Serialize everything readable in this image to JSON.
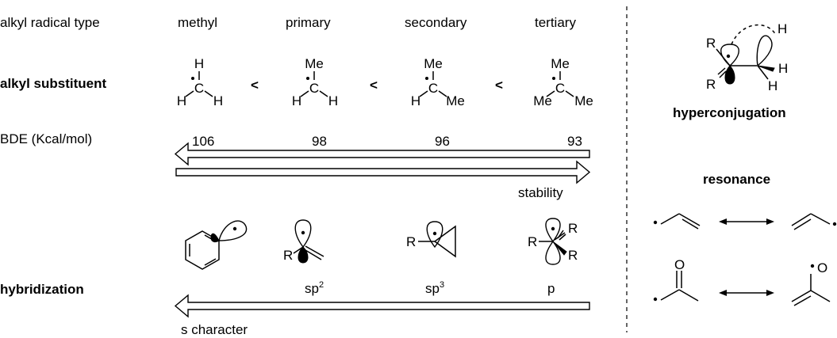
{
  "header": {
    "row_label": "alkyl radical type",
    "types": [
      "methyl",
      "primary",
      "secondary",
      "tertiary"
    ]
  },
  "substituent": {
    "label": "alkyl substituent",
    "less_than": "<",
    "center_atom": "C",
    "methyl": {
      "top": "H",
      "left": "H",
      "right": "H"
    },
    "primary": {
      "top": "Me",
      "left": "H",
      "right": "H"
    },
    "secondary": {
      "top": "Me",
      "left": "H",
      "right": "Me"
    },
    "tertiary": {
      "top": "Me",
      "left": "Me",
      "right": "Me"
    }
  },
  "bde": {
    "label": "BDE (Kcal/mol)",
    "values": [
      "106",
      "98",
      "96",
      "93"
    ]
  },
  "stability_label": "stability",
  "hybridization": {
    "label": "hybridization",
    "r_label": "R",
    "types": [
      {
        "base": "sp",
        "sup": "2"
      },
      {
        "base": "sp",
        "sup": "3"
      },
      {
        "base": "p",
        "sup": ""
      }
    ],
    "s_character_label": "s character"
  },
  "right_panel": {
    "hyperconjugation_label": "hyperconjugation",
    "resonance_label": "resonance",
    "r_label": "R",
    "h_label": "H",
    "o_label": "O"
  }
}
